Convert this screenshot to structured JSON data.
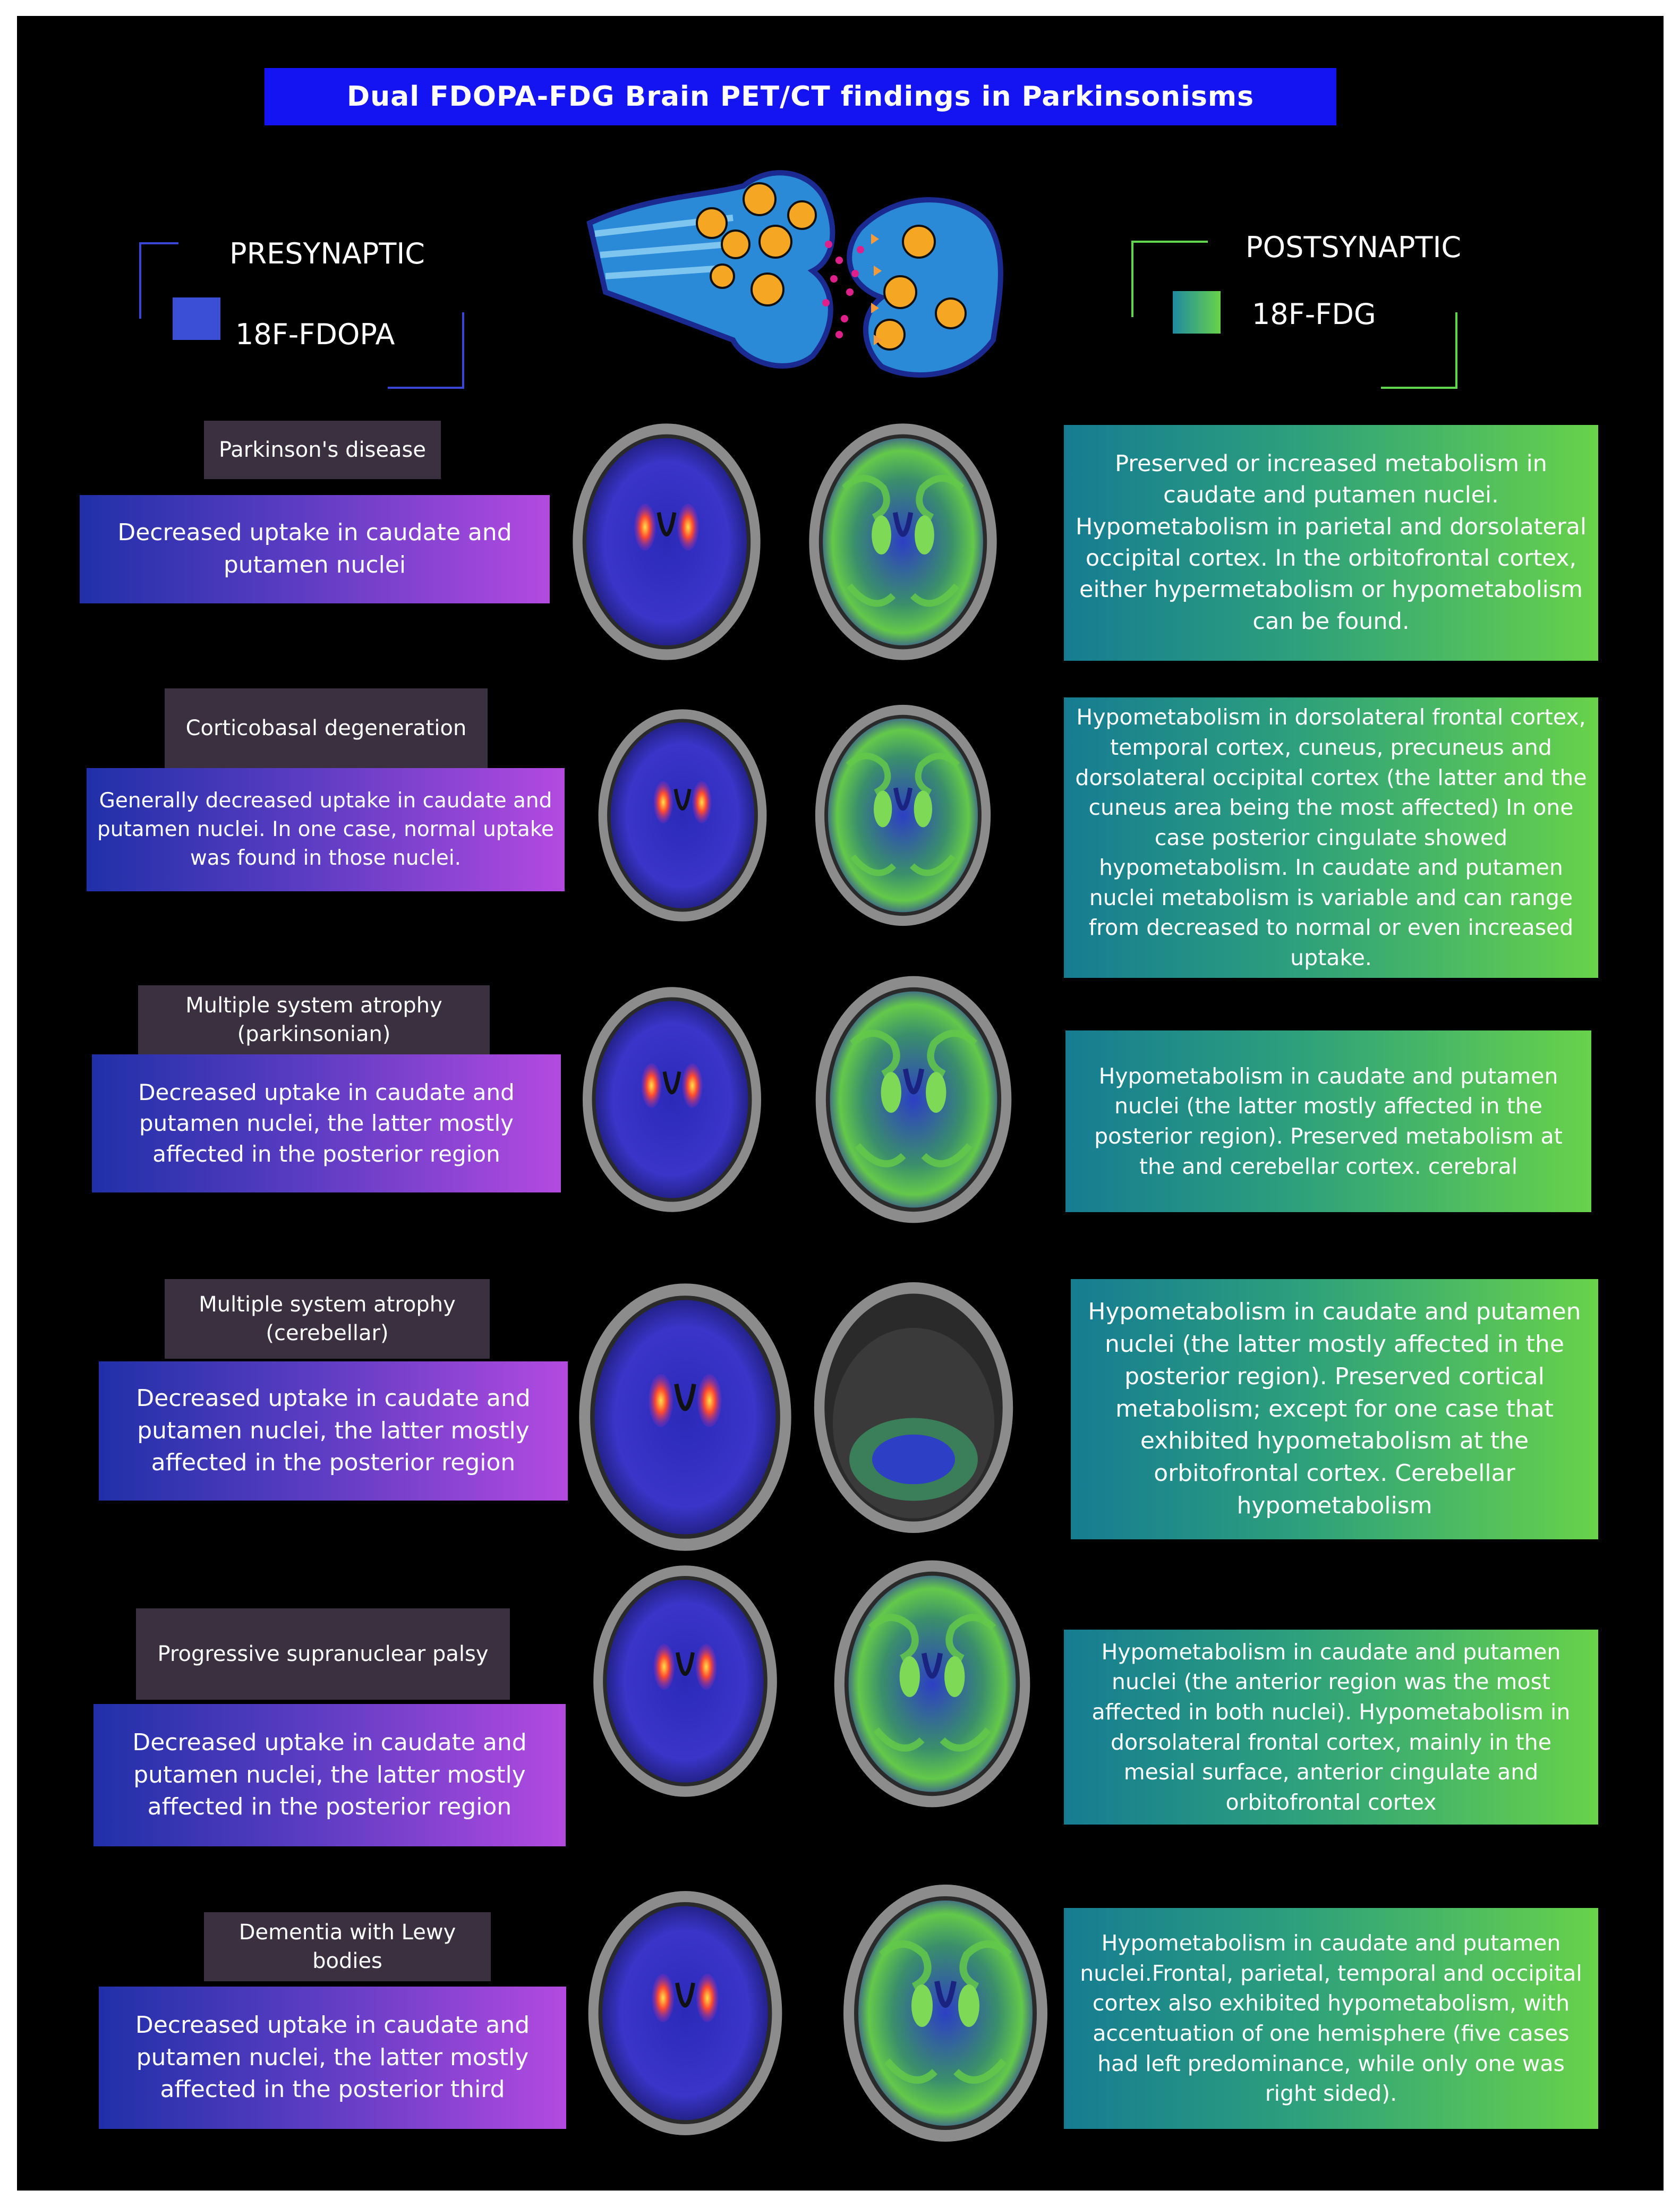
{
  "title": "Dual FDOPA-FDG Brain PET/CT findings in Parkinsonisms",
  "headers": {
    "presynaptic": "PRESYNAPTIC",
    "presynaptic_tracer": "18F-FDOPA",
    "postsynaptic": "POSTSYNAPTIC",
    "postsynaptic_tracer": "18F-FDG"
  },
  "colors": {
    "title_bar": "#1414f2",
    "presynaptic_bracket": "#3a46d6",
    "postsynaptic_bracket": "#5fd64b",
    "label_bg": "#3a3040"
  },
  "rows": [
    {
      "disease": "Parkinson's disease",
      "fdopa": "Decreased uptake in caudate and putamen nuclei",
      "fdg": "Preserved or increased metabolism in caudate and putamen nuclei. Hypometabolism in parietal and dorsolateral occipital cortex. In the orbitofrontal cortex, either hypermetabolism or hypometabolism can be found."
    },
    {
      "disease": "Corticobasal degeneration",
      "fdopa": "Generally decreased uptake in caudate and putamen nuclei. In one case, normal uptake was found in those nuclei.",
      "fdg": "Hypometabolism in dorsolateral frontal cortex, temporal cortex, cuneus, precuneus and dorsolateral occipital cortex (the latter and the cuneus area being the most affected) In one case posterior cingulate showed hypometabolism. In caudate and putamen nuclei metabolism is variable and can range from decreased to normal or even increased uptake."
    },
    {
      "disease": "Multiple system atrophy (parkinsonian)",
      "fdopa": "Decreased uptake in caudate and putamen nuclei, the latter mostly affected in the posterior region",
      "fdg": "Hypometabolism in caudate and putamen nuclei (the latter mostly affected in the posterior region). Preserved metabolism at the and cerebellar cortex. cerebral"
    },
    {
      "disease": "Multiple system atrophy (cerebellar)",
      "fdopa": "Decreased uptake in caudate and putamen nuclei, the latter mostly affected in the posterior region",
      "fdg": "Hypometabolism in caudate and putamen nuclei (the latter mostly affected in the posterior region). Preserved cortical metabolism; except for one case that exhibited hypometabolism at the orbitofrontal cortex. Cerebellar hypometabolism"
    },
    {
      "disease": "Progressive supranuclear palsy",
      "fdopa": "Decreased uptake in caudate and putamen nuclei, the latter mostly affected in the posterior region",
      "fdg": "Hypometabolism in caudate and putamen nuclei (the anterior region was the most affected in both nuclei). Hypometabolism in dorsolateral frontal cortex, mainly in the mesial surface, anterior cingulate and orbitofrontal cortex"
    },
    {
      "disease": "Dementia with Lewy bodies",
      "fdopa": "Decreased uptake in caudate and putamen nuclei, the latter mostly affected in the posterior third",
      "fdg": "Hypometabolism in caudate and putamen nuclei.Frontal, parietal, temporal and occipital cortex also exhibited hypometabolism, with accentuation of one hemisphere (five cases had left predominance, while only one was right sided)."
    }
  ]
}
